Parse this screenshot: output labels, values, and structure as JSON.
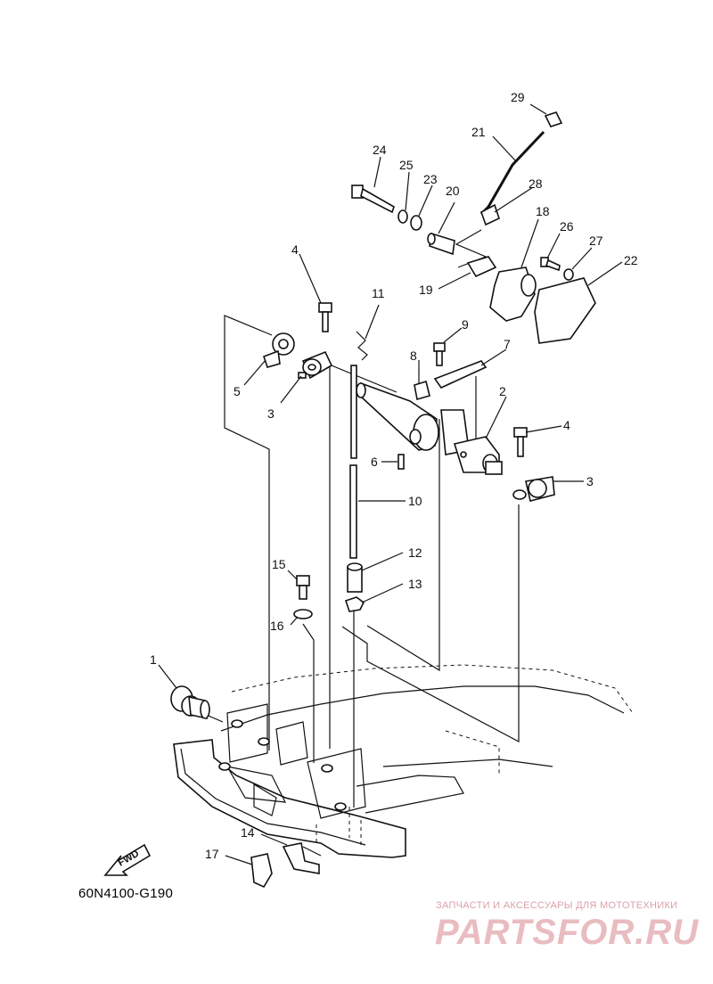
{
  "diagram": {
    "callouts": [
      "1",
      "2",
      "3",
      "3",
      "4",
      "4",
      "5",
      "6",
      "7",
      "8",
      "9",
      "10",
      "11",
      "12",
      "13",
      "14",
      "15",
      "16",
      "17",
      "18",
      "19",
      "20",
      "21",
      "22",
      "23",
      "24",
      "25",
      "26",
      "27",
      "28",
      "29"
    ],
    "fwd_label": "FWD",
    "drawing_code": "60N4100-G190"
  },
  "watermark": {
    "caption": "ЗАПЧАСТИ И АКСЕССУАРЫ ДЛЯ МОТОТЕХНИКИ",
    "logo_text": "PARTSFOR.RU"
  }
}
